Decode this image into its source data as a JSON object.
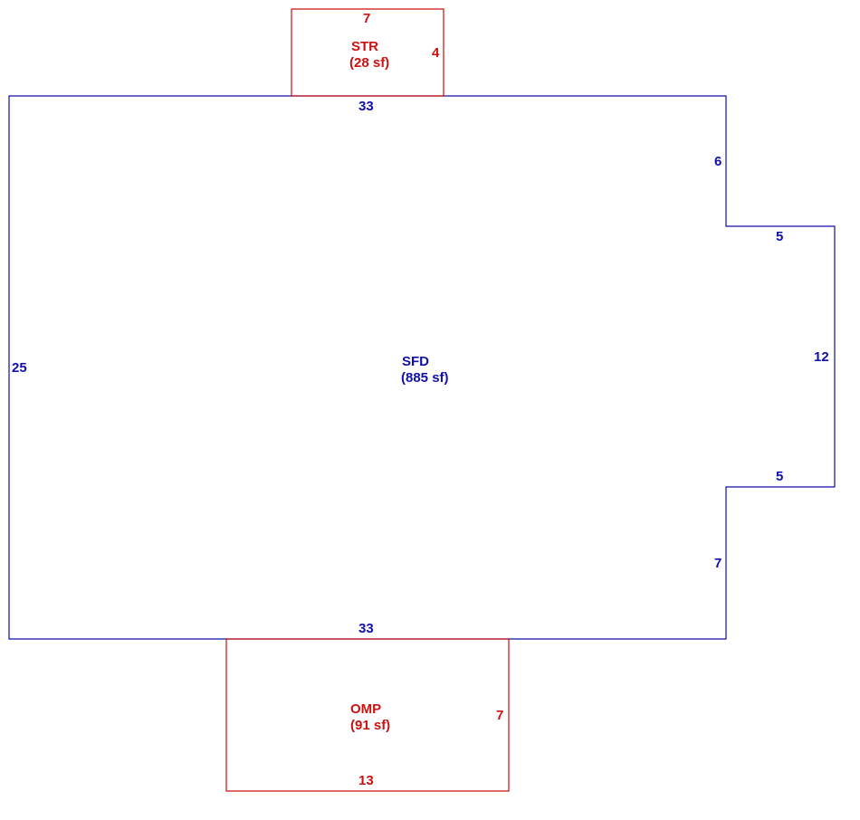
{
  "colors": {
    "main_area": "#1111aa",
    "sub_area": "#cc1111"
  },
  "areas": {
    "sfd": {
      "name": "SFD",
      "size": "(885 sf)",
      "dims": {
        "top": "33",
        "left": "25",
        "bottom": "33",
        "right_upper": "6",
        "bump_top": "5",
        "bump_right": "12",
        "bump_bottom": "5",
        "right_lower": "7"
      }
    },
    "str": {
      "name": "STR",
      "size": "(28 sf)",
      "dims": {
        "top": "7",
        "right": "4"
      }
    },
    "omp": {
      "name": "OMP",
      "size": "(91 sf)",
      "dims": {
        "right": "7",
        "bottom": "13"
      }
    }
  }
}
